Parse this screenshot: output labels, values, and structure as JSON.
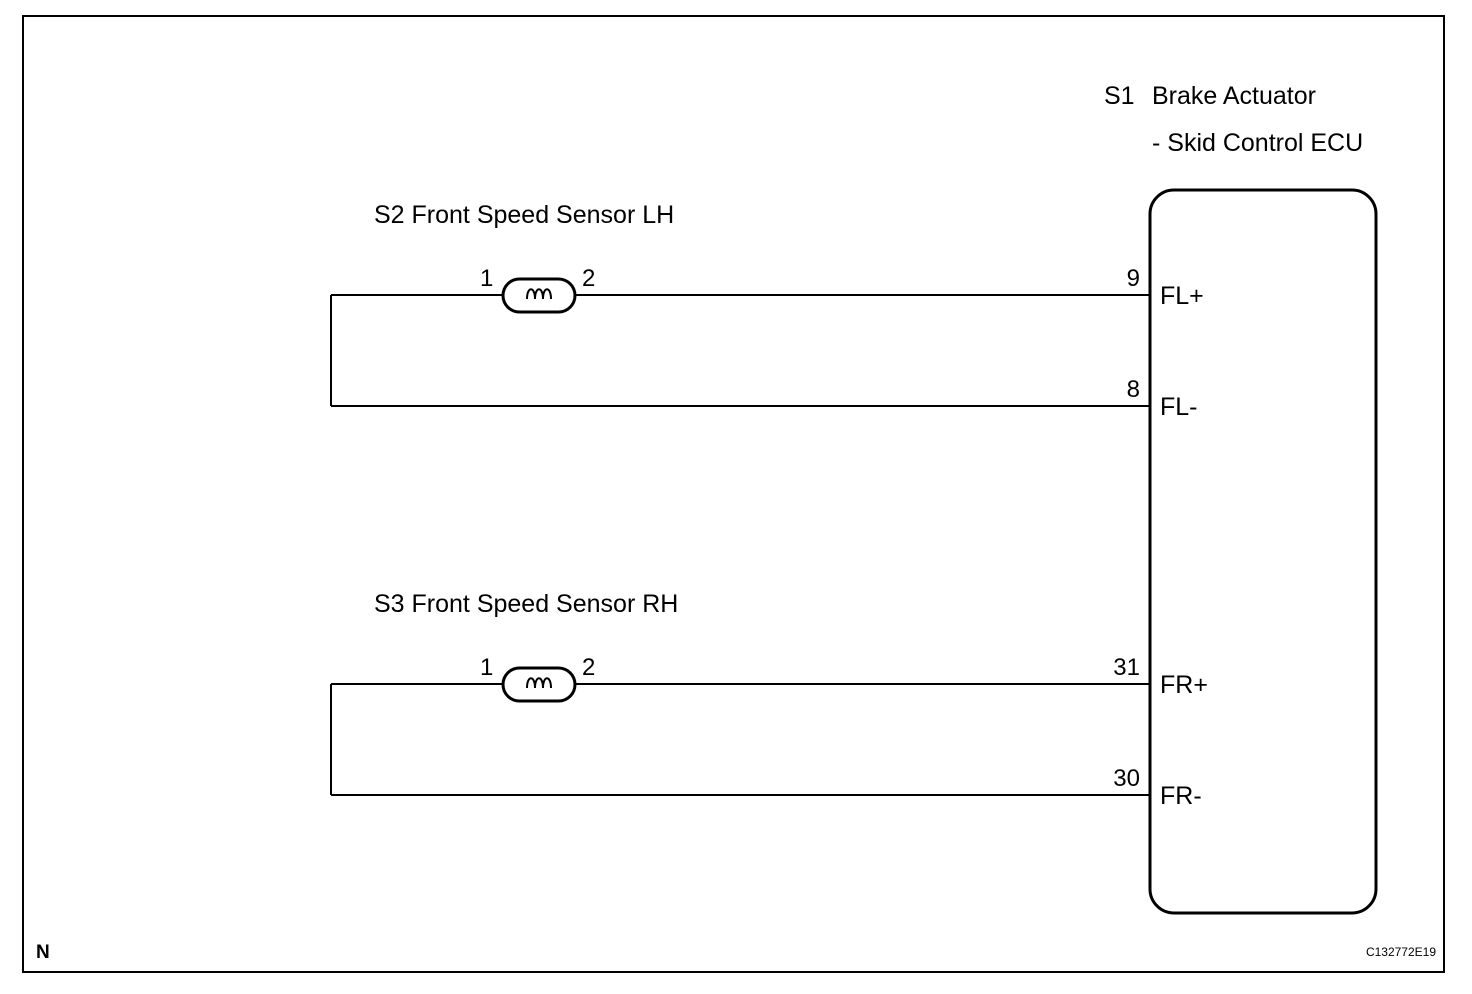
{
  "ecu": {
    "code": "S1",
    "name": "Brake Actuator",
    "subtitle": "- Skid Control ECU"
  },
  "sensors": [
    {
      "label": "S2 Front Speed Sensor LH",
      "pin_left": "1",
      "pin_right": "2",
      "ecu_pins": [
        {
          "number": "9",
          "signal": "FL+"
        },
        {
          "number": "8",
          "signal": "FL-"
        }
      ]
    },
    {
      "label": "S3 Front Speed Sensor RH",
      "pin_left": "1",
      "pin_right": "2",
      "ecu_pins": [
        {
          "number": "31",
          "signal": "FR+"
        },
        {
          "number": "30",
          "signal": "FR-"
        }
      ]
    }
  ],
  "footer": {
    "left_mark": "N",
    "figure_code": "C132772E19"
  }
}
